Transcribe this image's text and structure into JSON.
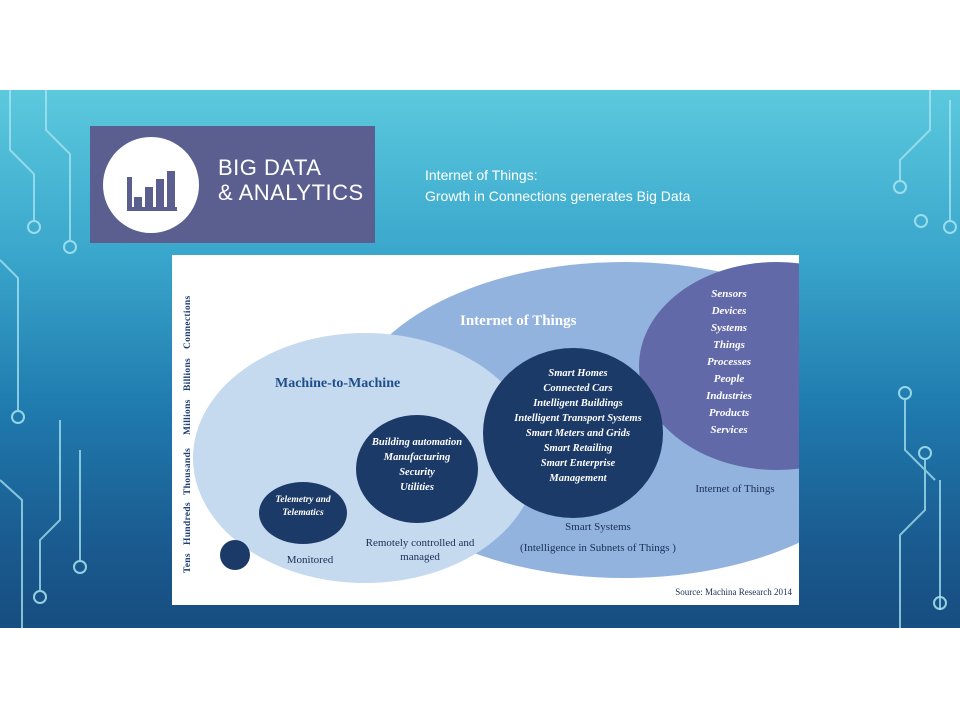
{
  "logo": {
    "line1": "BIG DATA",
    "line2": "& ANALYTICS",
    "icon": "bar-chart-icon"
  },
  "headline": {
    "line1": "Internet of Things:",
    "line2": "Growth in Connections generates Big Data"
  },
  "diagram": {
    "y_axis_labels": [
      "Tens",
      "Hundreds",
      "Thousands",
      "Millions",
      "Billions",
      "Connections"
    ],
    "iot_title": "Internet of Things",
    "m2m_title": "Machine-to-Machine",
    "iot_items": [
      "Sensors",
      "Devices",
      "Systems",
      "Things",
      "Processes",
      "People",
      "Industries",
      "Products",
      "Services"
    ],
    "smart_items": [
      "Smart Homes",
      "Connected Cars",
      "Intelligent Buildings",
      "Intelligent Transport Systems",
      "Smart Meters and Grids",
      "Smart Retailing",
      "Smart Enterprise",
      "Management"
    ],
    "automation_items": [
      "Building automation",
      "Manufacturing",
      "Security",
      "Utilities"
    ],
    "telemetry_items": [
      "Telemetry and",
      "Telematics"
    ],
    "label_monitored": "Monitored",
    "label_remote": [
      "Remotely controlled and",
      "managed"
    ],
    "label_smart_systems": [
      "Smart Systems",
      "(Intelligence in Subnets of Things )"
    ],
    "label_iot_bottom": "Internet of Things",
    "source": "Source: Machina Research 2014"
  },
  "colors": {
    "slide_top": "#5cc9de",
    "slide_bottom": "#174d80",
    "logo_bg": "#5b5f8f",
    "dark_circle": "#1c3a68",
    "iot_panel": "#6169a9",
    "iot_ellipse": "#93b3df",
    "m2m_ellipse": "#c5d9ef"
  }
}
